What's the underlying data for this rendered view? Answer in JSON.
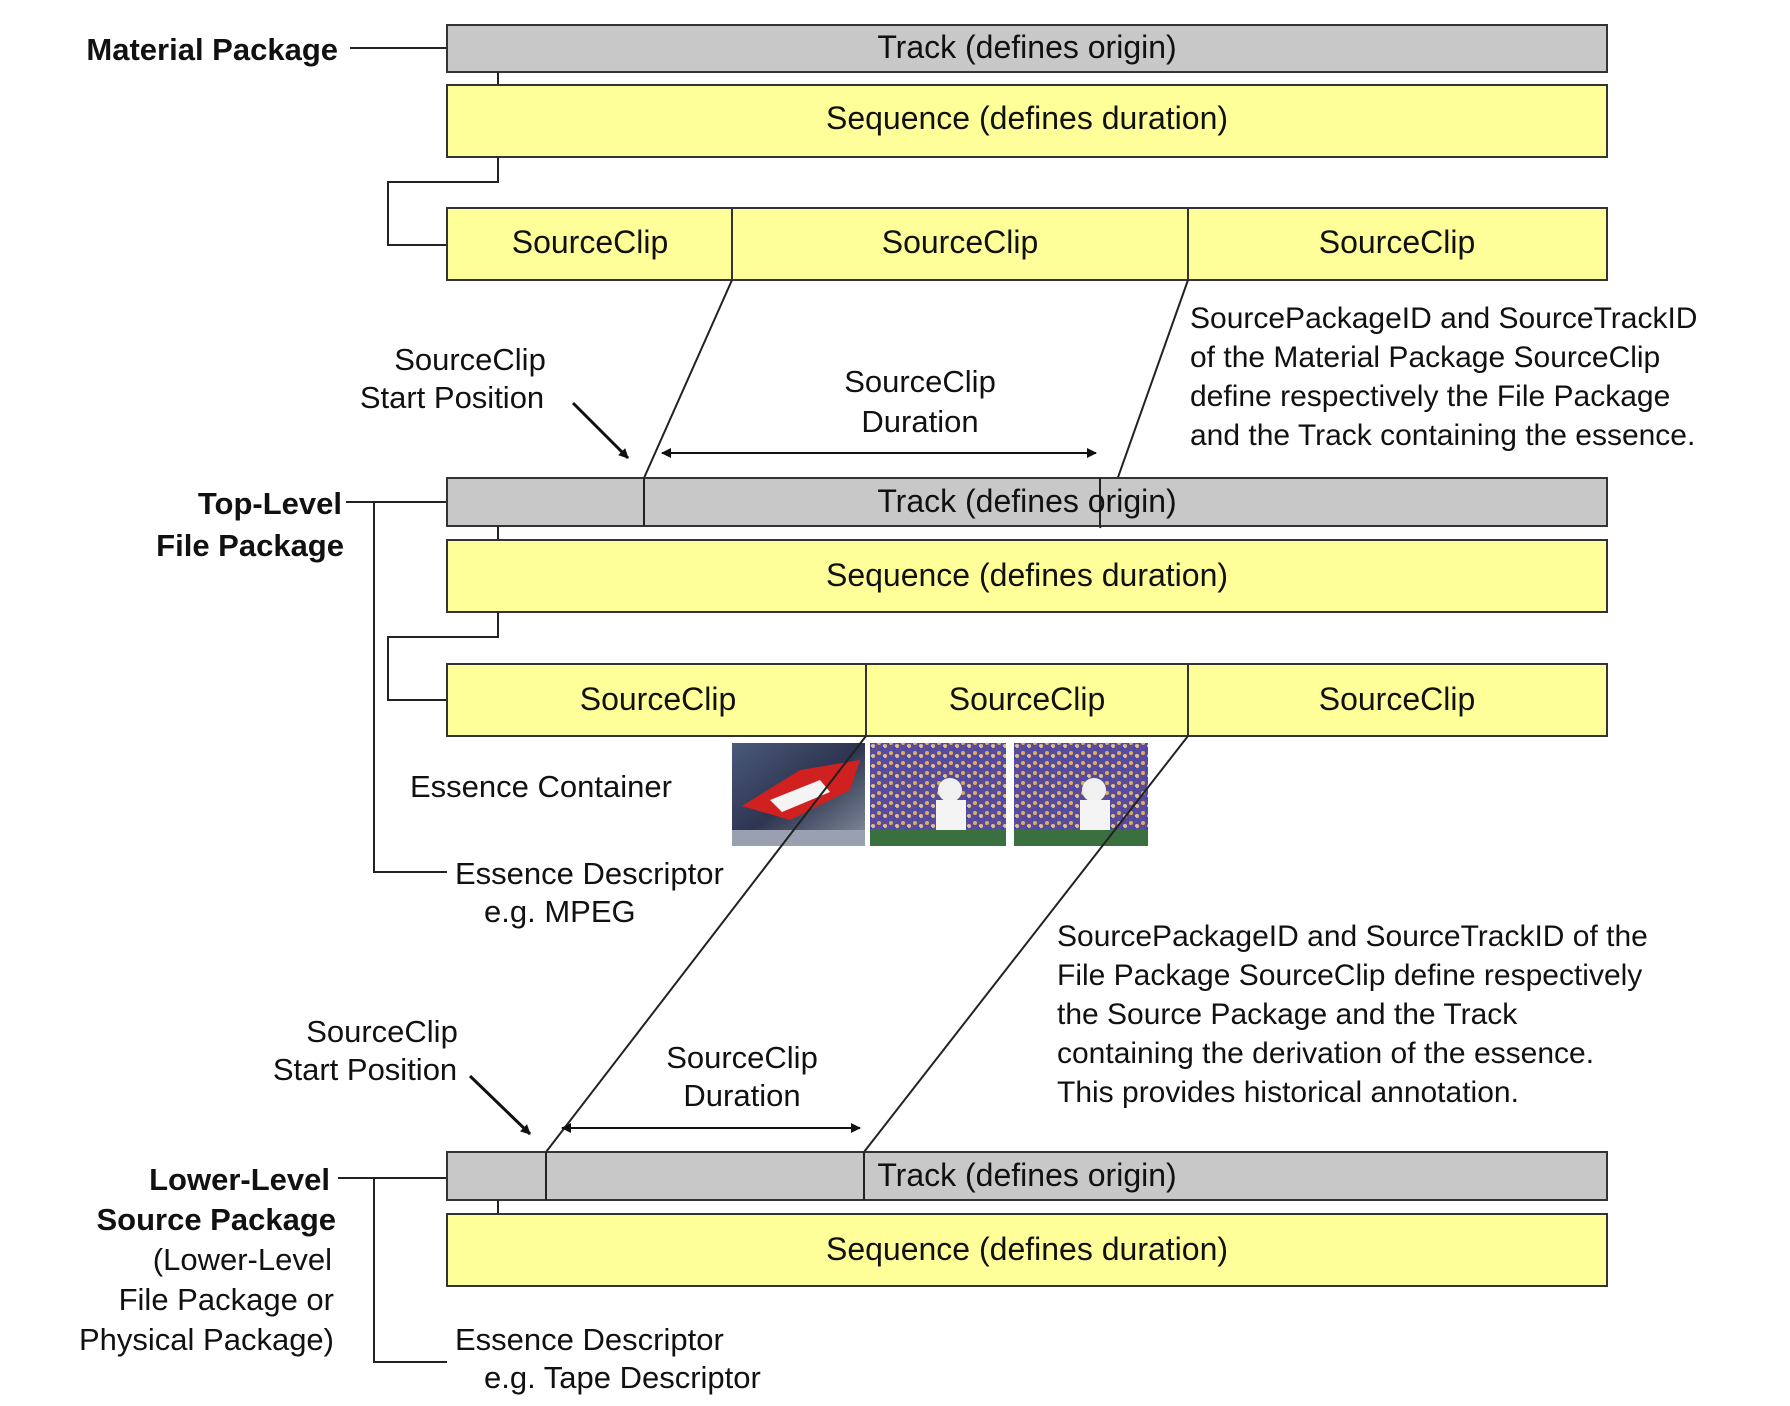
{
  "colors": {
    "track_fill": "#c8c8c8",
    "sequence_fill": "#ffff99",
    "clip_fill": "#ffff99",
    "stroke": "#222222"
  },
  "material_package": {
    "label": "Material Package",
    "track": "Track (defines origin)",
    "sequence": "Sequence (defines duration)",
    "clips": [
      "SourceClip",
      "SourceClip",
      "SourceClip"
    ]
  },
  "start_position_1": [
    "SourceClip",
    "Start Position"
  ],
  "duration_1": [
    "SourceClip",
    "Duration"
  ],
  "note_1": [
    "SourcePackageID and SourceTrackID",
    "of the Material Package SourceClip",
    "define respectively the File Package",
    "and the Track containing the essence."
  ],
  "file_package": {
    "label": [
      "Top-Level",
      "File Package"
    ],
    "track": "Track (defines origin)",
    "sequence": "Sequence (defines duration)",
    "clips": [
      "SourceClip",
      "SourceClip",
      "SourceClip"
    ],
    "essence_container": "Essence Container",
    "essence_frames": [
      "race-car-frame",
      "baseball-frame",
      "baseball-frame"
    ],
    "essence_descriptor": [
      "Essence Descriptor",
      "e.g. MPEG"
    ]
  },
  "note_2": [
    "SourcePackageID and SourceTrackID of the",
    "File Package SourceClip define respectively",
    "the Source Package and the Track",
    "containing the derivation of the essence.",
    "This provides historical annotation."
  ],
  "start_position_2": [
    "SourceClip",
    "Start Position"
  ],
  "duration_2": [
    "SourceClip",
    "Duration"
  ],
  "source_package": {
    "label": [
      "Lower-Level",
      "Source Package"
    ],
    "sublabel": [
      "(Lower-Level",
      "File Package or",
      "Physical Package)"
    ],
    "track": "Track (defines origin)",
    "sequence": "Sequence (defines duration)",
    "essence_descriptor": [
      "Essence Descriptor",
      "e.g. Tape Descriptor"
    ]
  }
}
